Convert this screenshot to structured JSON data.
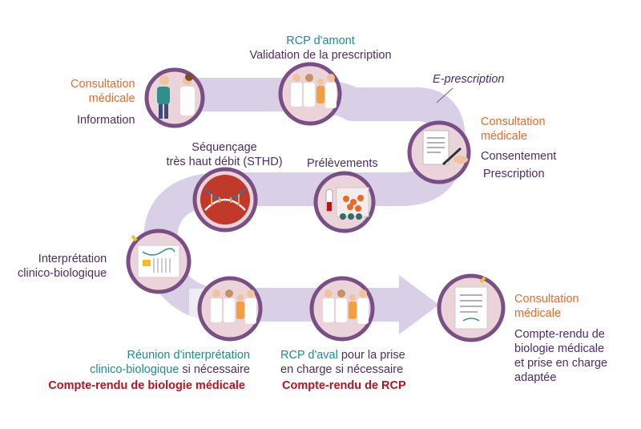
{
  "colors": {
    "path": "#d9d0e8",
    "circle_fill": "#ead4d9",
    "circle_ring": "#7a4f86",
    "orange": "#e8692a",
    "purple": "#4d2c6a",
    "teal": "#1f8b8e",
    "red": "#b8121e"
  },
  "steps": {
    "consult1": {
      "title": "Consultation\nmédicale",
      "sub": "Information",
      "icon": "doctor-patient-icon"
    },
    "rcp_amont": {
      "title": "RCP d'amont",
      "sub": "Validation de la prescription",
      "icon": "medical-team-icon"
    },
    "eprescription": {
      "label": "E-prescription"
    },
    "consult2": {
      "title": "Consultation\nmédicale",
      "sub1": "Consentement",
      "sub2": "Prescription",
      "icon": "signing-document-icon"
    },
    "prelevements": {
      "title": "Prélèvements",
      "icon": "blood-sample-icon"
    },
    "sequencage": {
      "title": "Séquençage\ntrès haut débit (STHD)",
      "icon": "dna-sequencing-icon"
    },
    "interpretation": {
      "title": "Interprétation\nclinico-biologique",
      "icon": "dna-analysis-icon"
    },
    "reunion": {
      "teal": "Réunion d'interprétation\nclinico-biologique",
      "purple": " si nécessaire",
      "red": "Compte-rendu de biologie médicale",
      "icon": "medical-team-icon"
    },
    "rcp_aval": {
      "teal": "RCP d'aval",
      "purple1": " pour la prise\nen charge si nécessaire",
      "red": "Compte-rendu de RCP",
      "icon": "medical-team-icon"
    },
    "consult3": {
      "title": "Consultation\nmédicale",
      "sub": "Compte-rendu de\nbiologie médicale\net prise en charge\nadaptée",
      "icon": "report-document-icon"
    }
  }
}
